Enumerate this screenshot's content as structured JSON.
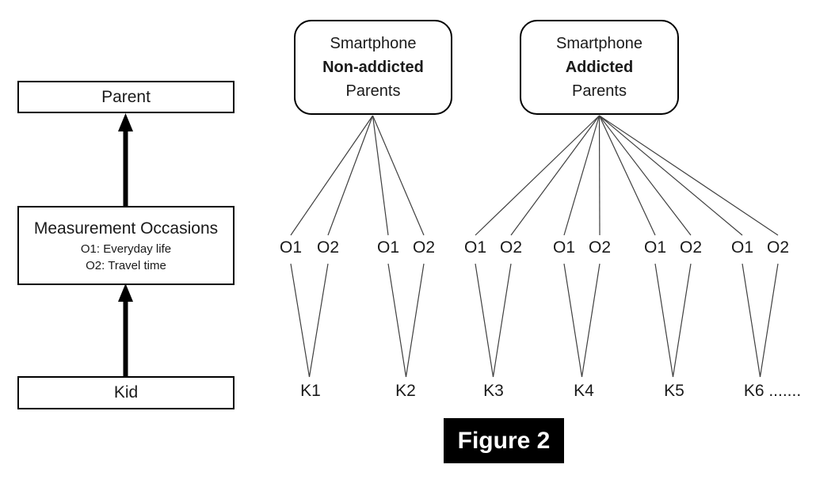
{
  "figure": {
    "caption": "Figure 2"
  },
  "left_panel": {
    "parent_box_label": "Parent",
    "measurement_box": {
      "title": "Measurement Occasions",
      "line1": "O1: Everyday life",
      "line2": "O2: Travel time"
    },
    "kid_box_label": "Kid"
  },
  "groups": [
    {
      "line1": "Smartphone",
      "line2": "Non-addicted",
      "line3": "Parents"
    },
    {
      "line1": "Smartphone",
      "line2": "Addicted",
      "line3": "Parents"
    }
  ],
  "occasion_labels": [
    "O1",
    "O2",
    "O1",
    "O2",
    "O1",
    "O2",
    "O1",
    "O2",
    "O1",
    "O2",
    "O1",
    "O2"
  ],
  "kid_labels": [
    "K1",
    "K2",
    "K3",
    "K4",
    "K5",
    "K6 ......."
  ],
  "colors": {
    "line": "#3f3f3f",
    "box_border": "#000000",
    "arrow": "#000000",
    "caption_bg": "#000000",
    "caption_text": "#ffffff"
  }
}
